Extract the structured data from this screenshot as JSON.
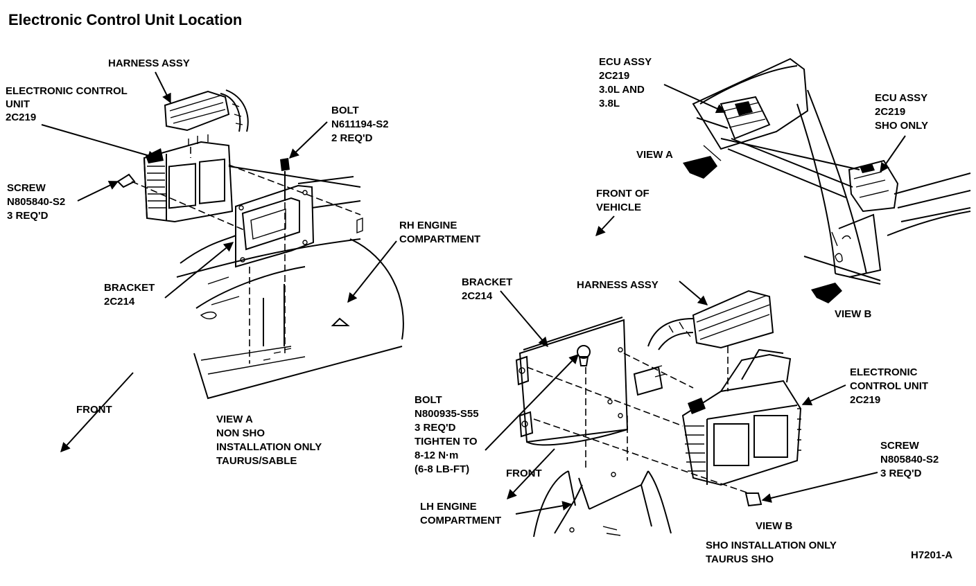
{
  "title": "Electronic Control Unit Location",
  "figure_id": "H7201-A",
  "view_a": {
    "harness": "HARNESS ASSY",
    "ecu": [
      "ELECTRONIC CONTROL",
      "UNIT",
      "2C219"
    ],
    "bolt": [
      "BOLT",
      "N611194-S2",
      "2 REQ'D"
    ],
    "screw": [
      "SCREW",
      "N805840-S2",
      "3 REQ'D"
    ],
    "rh_engine": [
      "RH ENGINE",
      "COMPARTMENT"
    ],
    "bracket": [
      "BRACKET",
      "2C214"
    ],
    "front": "FRONT",
    "caption": [
      "VIEW A",
      "NON SHO",
      "INSTALLATION ONLY",
      "TAURUS/SABLE"
    ]
  },
  "overview": {
    "ecu_30": [
      "ECU ASSY",
      "2C219",
      "3.0L AND",
      "3.8L"
    ],
    "ecu_sho": [
      "ECU ASSY",
      "2C219",
      "SHO ONLY"
    ],
    "view_a": "VIEW A",
    "front_vehicle": [
      "FRONT OF",
      "VEHICLE"
    ],
    "view_b": "VIEW B"
  },
  "view_b": {
    "bracket": [
      "BRACKET",
      "2C214"
    ],
    "harness": "HARNESS ASSY",
    "ecu": [
      "ELECTRONIC",
      "CONTROL UNIT",
      "2C219"
    ],
    "bolt": [
      "BOLT",
      "N800935-S55",
      "3 REQ'D",
      "TIGHTEN TO",
      "8-12 N·m",
      "(6-8 LB-FT)"
    ],
    "screw": [
      "SCREW",
      "N805840-S2",
      "3 REQ'D"
    ],
    "front": "FRONT",
    "lh_engine": [
      "LH ENGINE",
      "COMPARTMENT"
    ],
    "caption": [
      "VIEW B",
      "SHO INSTALLATION ONLY",
      "TAURUS SHO"
    ]
  }
}
